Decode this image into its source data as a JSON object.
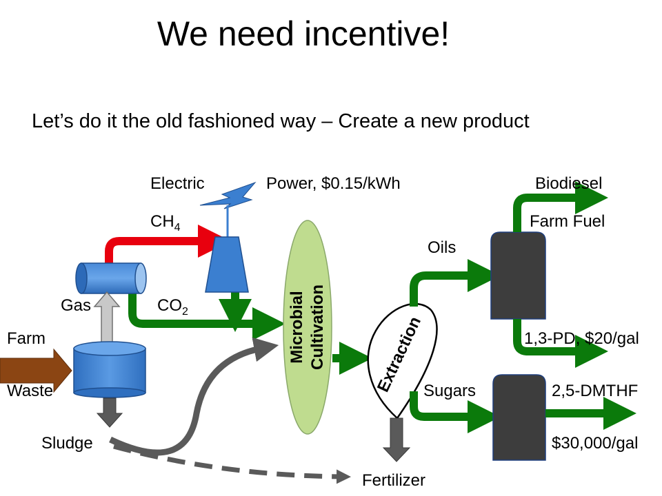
{
  "title": "We need incentive!",
  "subtitle": "Let’s do it the old fashioned way – Create a new product",
  "labels": {
    "electric": "Electric",
    "power": "Power, $0.15/kWh",
    "ch4_base": "CH",
    "ch4_sub": "4",
    "gas": "Gas",
    "co2_base": "CO",
    "co2_sub": "2",
    "farm": "Farm",
    "waste": "Waste",
    "sludge": "Sludge",
    "fertilizer": "Fertilizer",
    "oils": "Oils",
    "sugars": "Sugars",
    "biodiesel": "Biodiesel",
    "farm_fuel": "Farm Fuel",
    "pd": "1,3-PD, $20/gal",
    "dmthf": "2,5-DMTHF",
    "dmthf_price": "$30,000/gal"
  },
  "cultivation": {
    "line1": "Microbial",
    "line2": "Cultivation"
  },
  "extraction": "Extraction",
  "colors": {
    "green_arrow": "#0b7a0b",
    "red_pipe": "#e8000e",
    "blue_unit": "#3b7fd0",
    "gray_arrow": "#5a5a5a",
    "brown_arrow": "#8b4513",
    "oval_fill": "#bfdc8f",
    "reactor": "#3d3d3d"
  }
}
